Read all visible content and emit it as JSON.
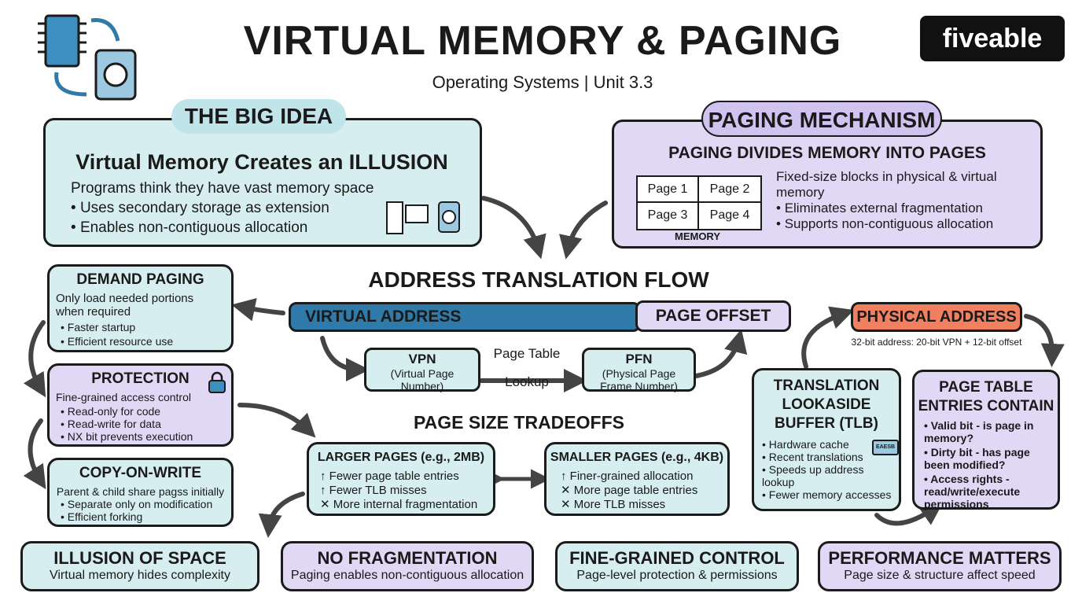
{
  "header": {
    "title": "VIRTUAL MEMORY & PAGING",
    "subtitle": "Operating Systems | Unit 3.3",
    "logo": "fiveable"
  },
  "big_idea": {
    "tab": "THE BIG IDEA",
    "heading": "Virtual Memory Creates an ILLUSION",
    "lines": [
      "Programs think they have vast memory space",
      "Uses secondary storage as extension",
      "Enables non-contiguous allocation"
    ]
  },
  "paging": {
    "tab": "PAGING MECHANISM",
    "heading": "PAGING DIVIDES MEMORY INTO PAGES",
    "pages": [
      "Page 1",
      "Page 2",
      "Page 3",
      "Page 4"
    ],
    "memory_label": "MEMORY",
    "desc": "Fixed-size blocks in physical & virtual memory",
    "bullets": [
      "Eliminates external fragmentation",
      "Supports non-contiguous allocation"
    ]
  },
  "flow": {
    "title": "ADDRESS TRANSLATION FLOW",
    "virtual_address": "VIRTUAL ADDRESS",
    "page_offset": "PAGE OFFSET",
    "vpn": "VPN",
    "vpn_sub": "(Virtual Page Number)",
    "pfn": "PFN",
    "pfn_sub": "(Physical Page Frame Number)",
    "lookup_top": "Page Table",
    "lookup_bottom": "Lookup",
    "physical_address": "PHYSICAL ADDRESS",
    "addr_note": "32-bit address: 20-bit VPN + 12-bit offset"
  },
  "demand": {
    "title": "DEMAND PAGING",
    "desc": "Only load needed portions when required",
    "bullets": [
      "Faster startup",
      "Efficient resource use"
    ]
  },
  "protection": {
    "title": "PROTECTION",
    "desc": "Fine-grained access control",
    "bullets": [
      "Read-only for code",
      "Read-write for data",
      "NX bit prevents execution"
    ]
  },
  "cow": {
    "title": "COPY-ON-WRITE",
    "desc": "Parent & child share pagss initially",
    "bullets": [
      "Separate only on modification",
      "Efficient forking"
    ]
  },
  "tradeoffs": {
    "title": "PAGE SIZE TRADEOFFS",
    "larger_title": "LARGER PAGES (e.g., 2MB)",
    "larger_up": [
      "Fewer page table entries",
      "Fewer TLB misses"
    ],
    "larger_down": [
      "More internal fragmentation"
    ],
    "smaller_title": "SMALLER PAGES (e.g., 4KB)",
    "smaller_up": [
      "Finer-grained allocation"
    ],
    "smaller_down": [
      "More page table entries",
      "More TLB misses"
    ]
  },
  "tlb": {
    "title": "TRANSLATION LOOKASIDE BUFFER (TLB)",
    "chip_label": "EAESB",
    "bullets": [
      "Hardware cache",
      "Recent translations",
      "Speeds up address lookup",
      "Fewer memory accesses"
    ]
  },
  "pte": {
    "title": "PAGE TABLE ENTRIES CONTAIN",
    "bullets": [
      "Valid bit - is page in memory?",
      "Dirty bit - has page been modified?",
      "Access rights - read/write/execute permissions"
    ]
  },
  "footer": [
    {
      "title": "ILLUSION OF SPACE",
      "sub": "Virtual memory hides complexity"
    },
    {
      "title": "NO FRAGMENTATION",
      "sub": "Paging enables non-contiguous allocation"
    },
    {
      "title": "FINE-GRAINED CONTROL",
      "sub": "Page-level protection & permissions"
    },
    {
      "title": "PERFORMANCE MATTERS",
      "sub": "Page size & structure affect speed"
    }
  ],
  "colors": {
    "teal": "#d6eef0",
    "lavender": "#e1d8f6",
    "blue_bar": "#2f7aa8",
    "orange": "#f08060"
  }
}
